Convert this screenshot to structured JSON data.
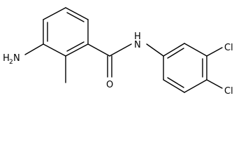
{
  "molecule": {
    "labels": {
      "amine_n": "H",
      "amine_sub": "2",
      "amine_n_letter": "N",
      "carbonyl_o": "O",
      "amide_n": "N",
      "amide_h": "H",
      "cl_top": "Cl",
      "cl_bottom": "Cl"
    }
  },
  "colors": {
    "bond": "#000000",
    "label": "#000000",
    "background": "#ffffff"
  }
}
